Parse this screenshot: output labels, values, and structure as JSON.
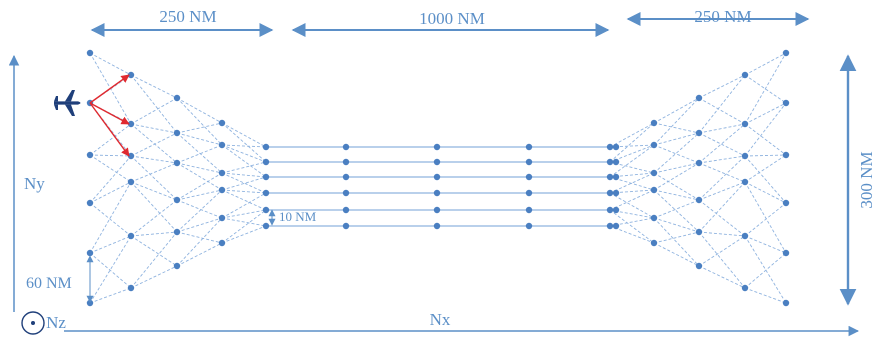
{
  "labels": {
    "left_span": "250 NM",
    "middle_span": "1000 NM",
    "right_span": "250 NM",
    "height_span": "300 NM",
    "lane_spacing": "10 NM",
    "node_spacing": "60 NM",
    "axis_x": "Nx",
    "axis_y": "Ny",
    "axis_z": "Nz"
  },
  "colors": {
    "link": "#8fb3df",
    "node": "#4a7fc1",
    "arrow": "#e0292f",
    "dimension": "#5b8fc7",
    "aircraft": "#1f3f7a"
  },
  "icons": {
    "aircraft": "airplane-icon",
    "z_axis": "out-of-page-axis-icon"
  }
}
